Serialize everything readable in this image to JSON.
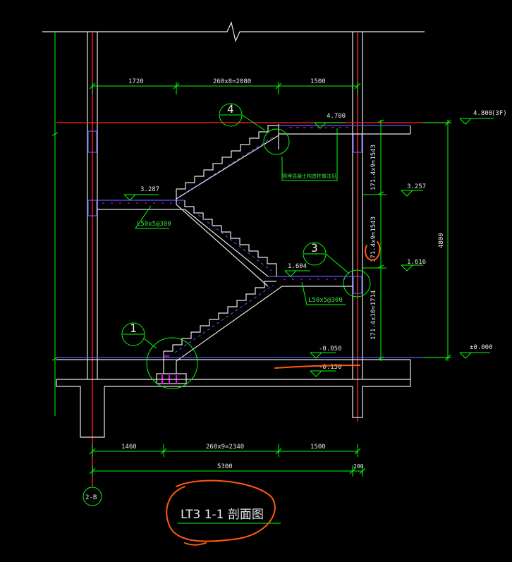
{
  "colors": {
    "background": "#000000",
    "wall": "#e8e8e8",
    "dimension": "#00ff00",
    "axis_red": "#ff2020",
    "slab_blue": "#5a5aff",
    "rebar_magenta": "#ff00ff",
    "markup_orange": "#ff5a10"
  },
  "dims_top": {
    "left": "1720",
    "mid": "260x8=2080",
    "right": "1500"
  },
  "dims_bottom": {
    "left": "1460",
    "mid": "260x9=2340",
    "right": "1500",
    "total": "5300",
    "end": "200"
  },
  "elevations": {
    "top_floor": "4.800",
    "top_floor_note": "(3F)",
    "upper_landing": "4.700",
    "landing_3257": "3.257",
    "mid_landing": "3.287",
    "landing_1604": "1.604",
    "landing_1616": "1.616",
    "ground": "±0.000",
    "ground_inner": "-0.050",
    "ground_lower": "-0.150"
  },
  "right_dims": {
    "upper_flight": "171.4x9=1543",
    "middle_flight": "171.4x9=1543",
    "lower_flight": "171.4x10=1714",
    "overall": "4800"
  },
  "rebar_labels": {
    "upper": "L50x5@300",
    "lower": "L50x5@300"
  },
  "note": "预埋混凝土构造柱做法见",
  "detail_markers": [
    "4",
    "3",
    "1"
  ],
  "grid_axis": "2-B",
  "title": "LT3  1-1  剖面图"
}
